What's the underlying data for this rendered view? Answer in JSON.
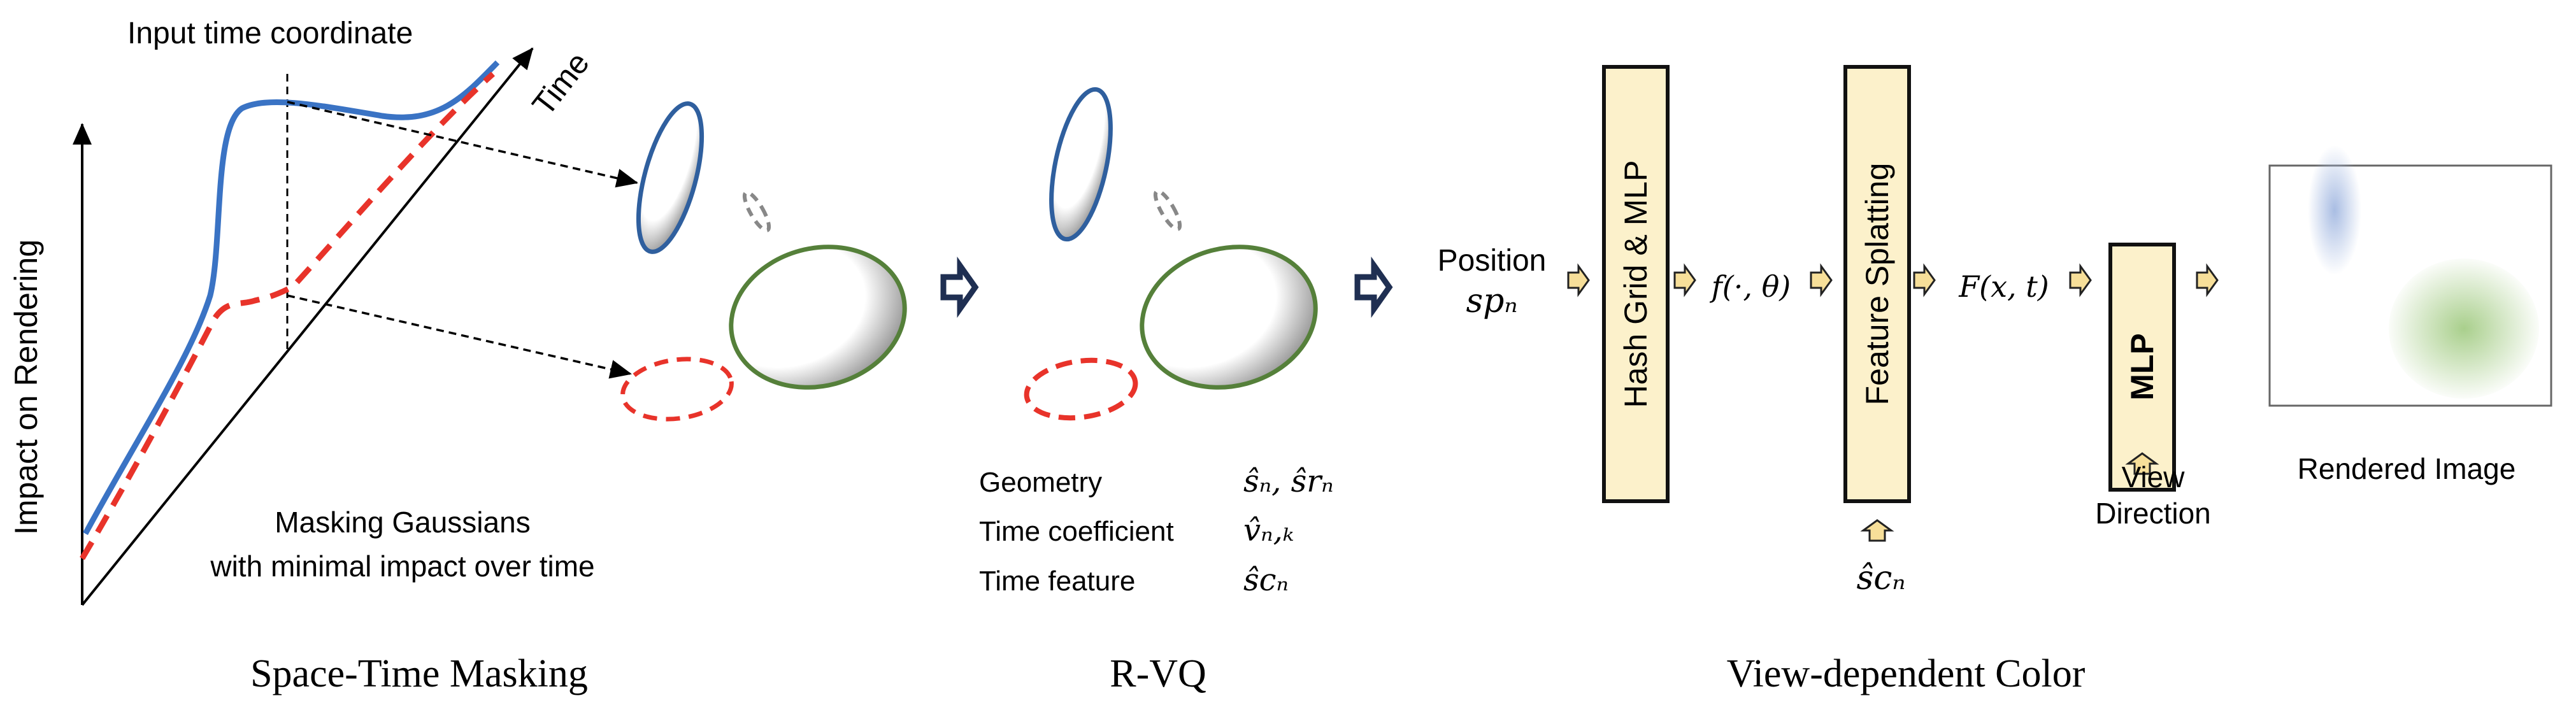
{
  "space_time_masking": {
    "caption": "Space-Time Masking",
    "input_time_label": "Input time coordinate",
    "y_axis_label": "Impact on Rendering",
    "x_axis_label": "Time",
    "masking_line1": "Masking Gaussians",
    "masking_line2": "with minimal impact over time"
  },
  "rvq": {
    "caption": "R-VQ",
    "rows": [
      {
        "label": "Geometry",
        "symbol": "ŝₙ, ŝrₙ"
      },
      {
        "label": "Time coefficient",
        "symbol": "v̂ₙ,ₖ"
      },
      {
        "label": "Time feature",
        "symbol": "ŝcₙ"
      }
    ]
  },
  "view_dependent_color": {
    "caption": "View-dependent Color",
    "position_label": "Position",
    "position_symbol": "spₙ",
    "hash_grid_label": "Hash Grid & MLP",
    "f_symbol": "f(·, θ)",
    "feature_splatting_label": "Feature Splatting",
    "F_symbol": "F(x, t)",
    "time_feature_symbol": "ŝcₙ",
    "mlp_label": "MLP",
    "view_direction_line1": "View",
    "view_direction_line2": "Direction",
    "rendered_image_label": "Rendered Image"
  },
  "colors": {
    "blue": "#3a73c4",
    "red": "#e8332a",
    "green": "#5a8a3a",
    "box_fill": "#fcf1cb",
    "arrow_fill": "#f7df99",
    "navy_arrow": "#1f2f52"
  }
}
